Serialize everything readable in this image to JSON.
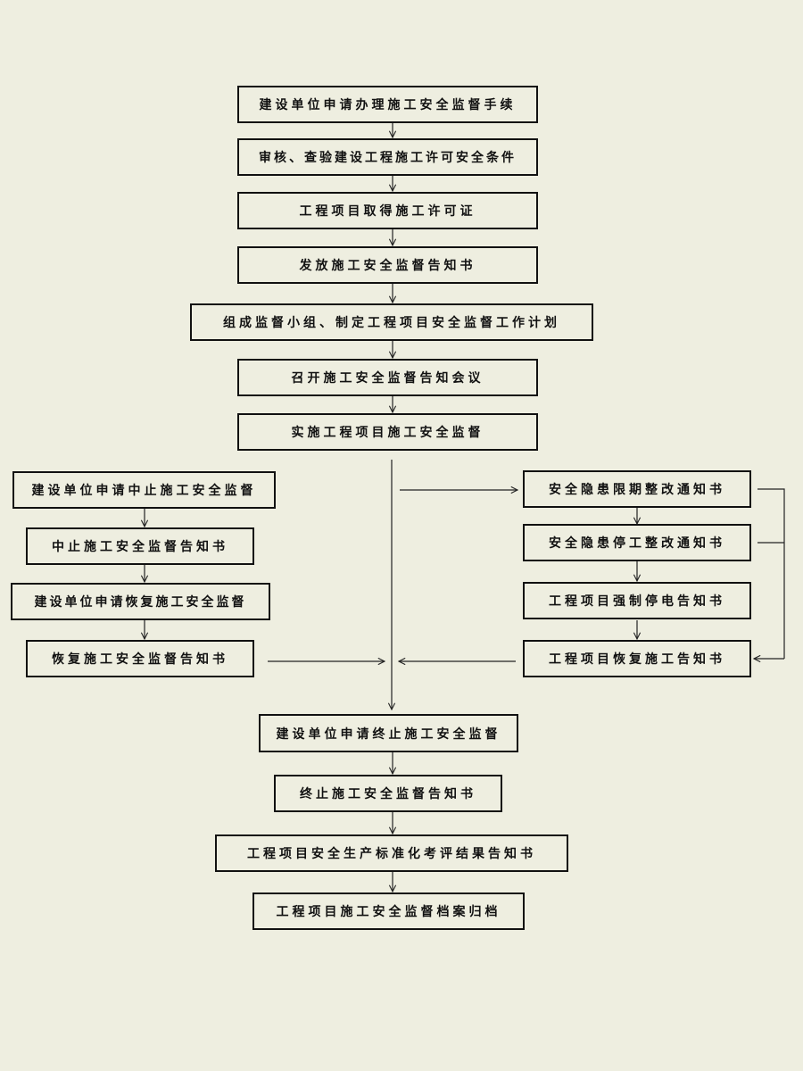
{
  "main_flow": {
    "step1": "建设单位申请办理施工安全监督手续",
    "step2": "审核、查验建设工程施工许可安全条件",
    "step3": "工程项目取得施工许可证",
    "step4": "发放施工安全监督告知书",
    "step5": "组成监督小组、制定工程项目安全监督工作计划",
    "step6": "召开施工安全监督告知会议",
    "step7": "实施工程项目施工安全监督"
  },
  "left_branch": {
    "step1": "建设单位申请中止施工安全监督",
    "step2": "中止施工安全监督告知书",
    "step3": "建设单位申请恢复施工安全监督",
    "step4": "恢复施工安全监督告知书"
  },
  "right_branch": {
    "step1": "安全隐患限期整改通知书",
    "step2": "安全隐患停工整改通知书",
    "step3": "工程项目强制停电告知书",
    "step4": "工程项目恢复施工告知书"
  },
  "end_flow": {
    "step1": "建设单位申请终止施工安全监督",
    "step2": "终止施工安全监督告知书",
    "step3": "工程项目安全生产标准化考评结果告知书",
    "step4": "工程项目施工安全监督档案归档"
  }
}
